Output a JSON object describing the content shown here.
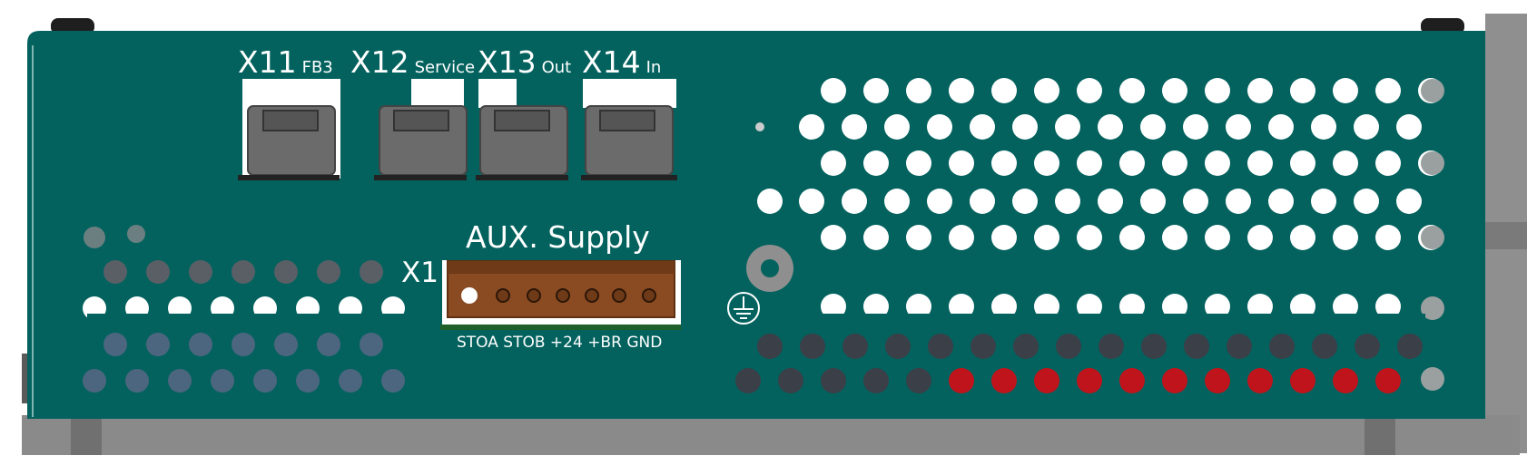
{
  "connectors": [
    {
      "id": "X11",
      "sub": "FB3"
    },
    {
      "id": "X12",
      "sub": "Service"
    },
    {
      "id": "X13",
      "sub": "Out"
    },
    {
      "id": "X14",
      "sub": "In"
    }
  ],
  "aux_supply": {
    "title": "AUX. Supply",
    "connector_id": "X1",
    "pins_label": "STOA STOB +24 +BR GND"
  },
  "colors": {
    "panel": "#03625e",
    "vent_hole": "#ffffff",
    "dark_hole": "#3a3f48",
    "red_hole": "#c0141c",
    "terminal_block": "#8a4a22",
    "connector_body": "#6b6b6b",
    "frame": "#8f8f8f"
  },
  "icons": [
    "ground-icon"
  ]
}
